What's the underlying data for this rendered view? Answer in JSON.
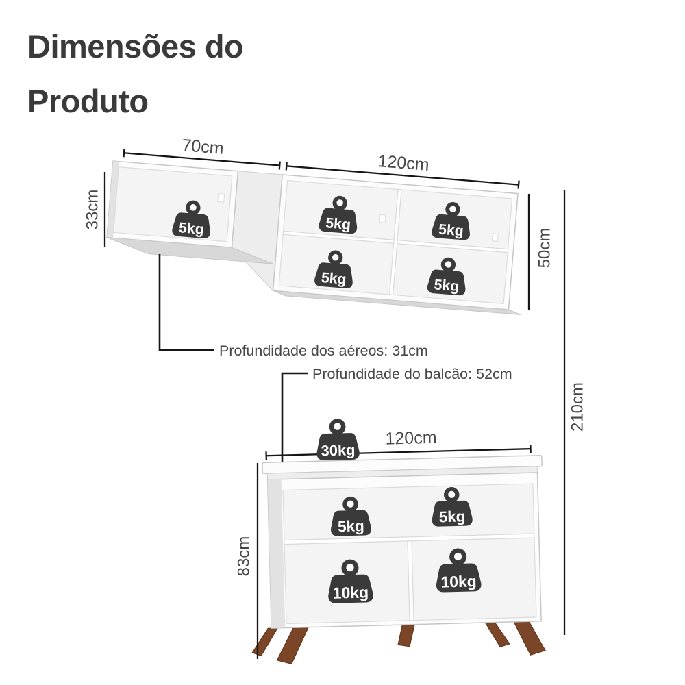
{
  "title": "Dimensões do Produto",
  "labels": {
    "upper_left_width": "70cm",
    "upper_right_width": "120cm",
    "upper_left_height": "33cm",
    "upper_right_height": "50cm",
    "lower_width": "120cm",
    "lower_height": "83cm",
    "total_height": "210cm",
    "depth_upper": "Profundidade dos aéreos: 31cm",
    "depth_lower": "Profundidade do balcão: 52cm"
  },
  "weights": {
    "upper_single": "5kg",
    "upper_top_left": "5kg",
    "upper_top_right": "5kg",
    "upper_bottom_left": "5kg",
    "upper_bottom_right": "5kg",
    "counter_top": "30kg",
    "counter_shelf_left": "5kg",
    "counter_shelf_right": "5kg",
    "counter_bottom_left": "10kg",
    "counter_bottom_right": "10kg"
  },
  "colors": {
    "weight": "#3a3a3a",
    "line": "#161616",
    "label": "#474747",
    "text_dark": "#3a3a3a",
    "leg": "#7b4628"
  }
}
